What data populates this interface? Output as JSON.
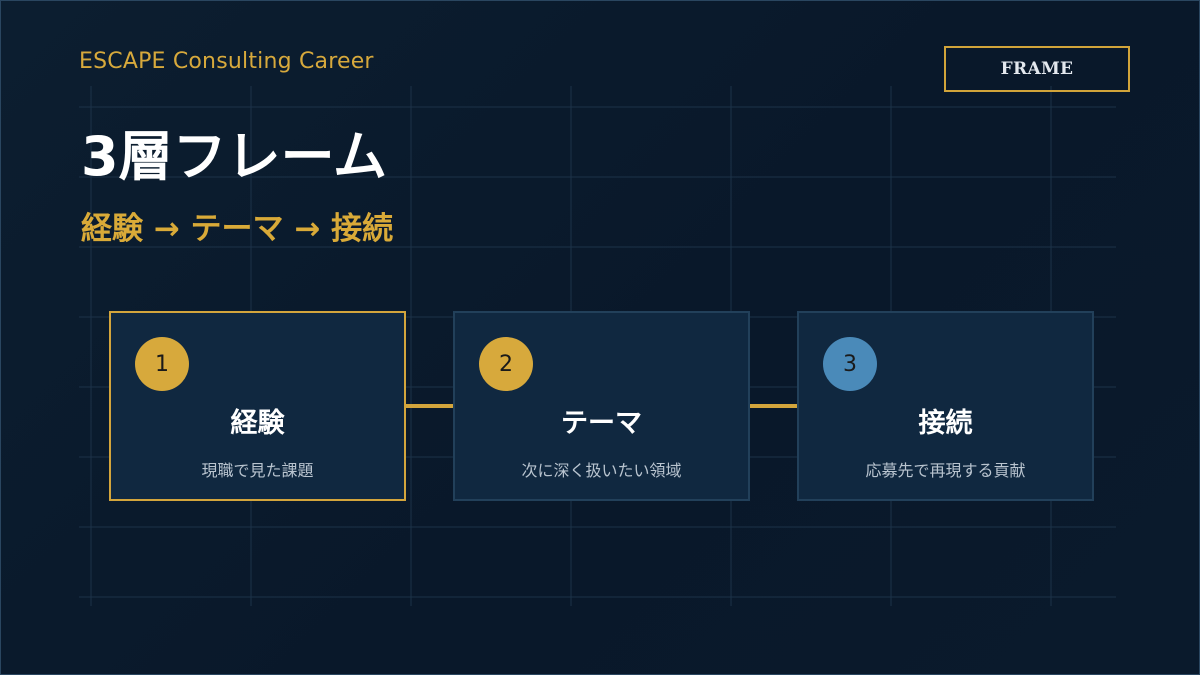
{
  "brand": "ESCAPE Consulting Career",
  "badge": "FRAME",
  "title": "3層フレーム",
  "subtitle": "経験 → テーマ → 接続",
  "colors": {
    "background": "#0b1a2b",
    "accent_gold": "#d7a93c",
    "accent_blue": "#4a8ab9",
    "card_bg": "#102840",
    "card_border": "#22405a"
  },
  "steps": [
    {
      "number": "1",
      "title": "経験",
      "description": "現職で見た課題",
      "badge_color": "#d7a93c",
      "active": true
    },
    {
      "number": "2",
      "title": "テーマ",
      "description": "次に深く扱いたい領域",
      "badge_color": "#d7a93c",
      "active": false
    },
    {
      "number": "3",
      "title": "接続",
      "description": "応募先で再現する貢献",
      "badge_color": "#4a8ab9",
      "active": false
    }
  ]
}
